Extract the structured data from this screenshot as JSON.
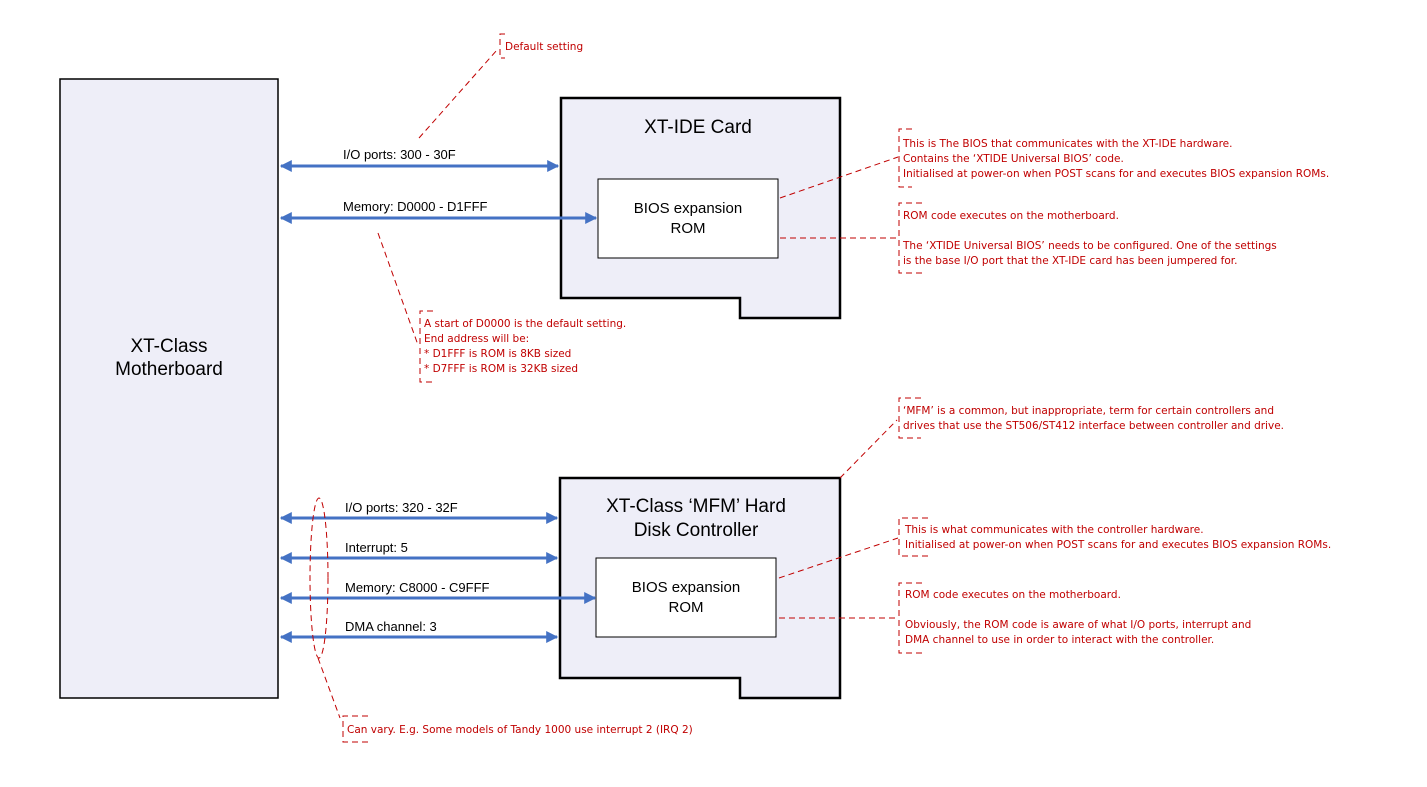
{
  "colors": {
    "box_fill": "#eeeef8",
    "box_stroke": "#000000",
    "bus_arrow": "#4472c4",
    "annotation": "#c00000"
  },
  "motherboard": {
    "title_line1": "XT-Class",
    "title_line2": "Motherboard"
  },
  "xtide_card": {
    "title": "XT-IDE Card",
    "rom_line1": "BIOS expansion",
    "rom_line2": "ROM",
    "buses": [
      {
        "label": "I/O ports: 300 - 30F"
      },
      {
        "label": "Memory: D0000 - D1FFF"
      }
    ]
  },
  "mfm_card": {
    "title_line1": "XT-Class ‘MFM’ Hard",
    "title_line2": "Disk Controller",
    "rom_line1": "BIOS expansion",
    "rom_line2": "ROM",
    "buses": [
      {
        "label": "I/O ports: 320 - 32F"
      },
      {
        "label": "Interrupt: 5"
      },
      {
        "label": "Memory: C8000 - C9FFF"
      },
      {
        "label": "DMA channel: 3"
      }
    ]
  },
  "notes": {
    "default_setting": [
      "Default setting"
    ],
    "xtide_bios": [
      "This is The BIOS that communicates with the XT-IDE hardware.",
      "Contains the ‘XTIDE Universal BIOS’ code.",
      "Initialised at power-on when POST scans for and executes BIOS expansion ROMs."
    ],
    "xtide_rom": [
      "ROM code executes on the motherboard.",
      "",
      "The ‘XTIDE Universal BIOS’ needs to be configured. One of the settings",
      "is the base I/O port that the XT-IDE card has been jumpered for."
    ],
    "memory_start": [
      "A start of D0000 is the default setting.",
      "End address will be:",
      "* D1FFF is ROM is 8KB sized",
      "* D7FFF is ROM is 32KB sized"
    ],
    "mfm_term": [
      "‘MFM’ is a common, but inappropriate, term for certain controllers and",
      "drives that use the ST506/ST412 interface between controller and drive."
    ],
    "mfm_bios": [
      "This is what communicates with the controller hardware.",
      "Initialised at power-on when POST scans for and executes BIOS expansion ROMs."
    ],
    "mfm_rom": [
      "ROM code executes on the motherboard.",
      "",
      "Obviously, the ROM code is aware of what I/O ports, interrupt and",
      "DMA channel to use in order to interact with the controller."
    ],
    "can_vary": [
      "Can vary.  E.g. Some models of Tandy 1000 use interrupt 2 (IRQ 2)"
    ]
  }
}
